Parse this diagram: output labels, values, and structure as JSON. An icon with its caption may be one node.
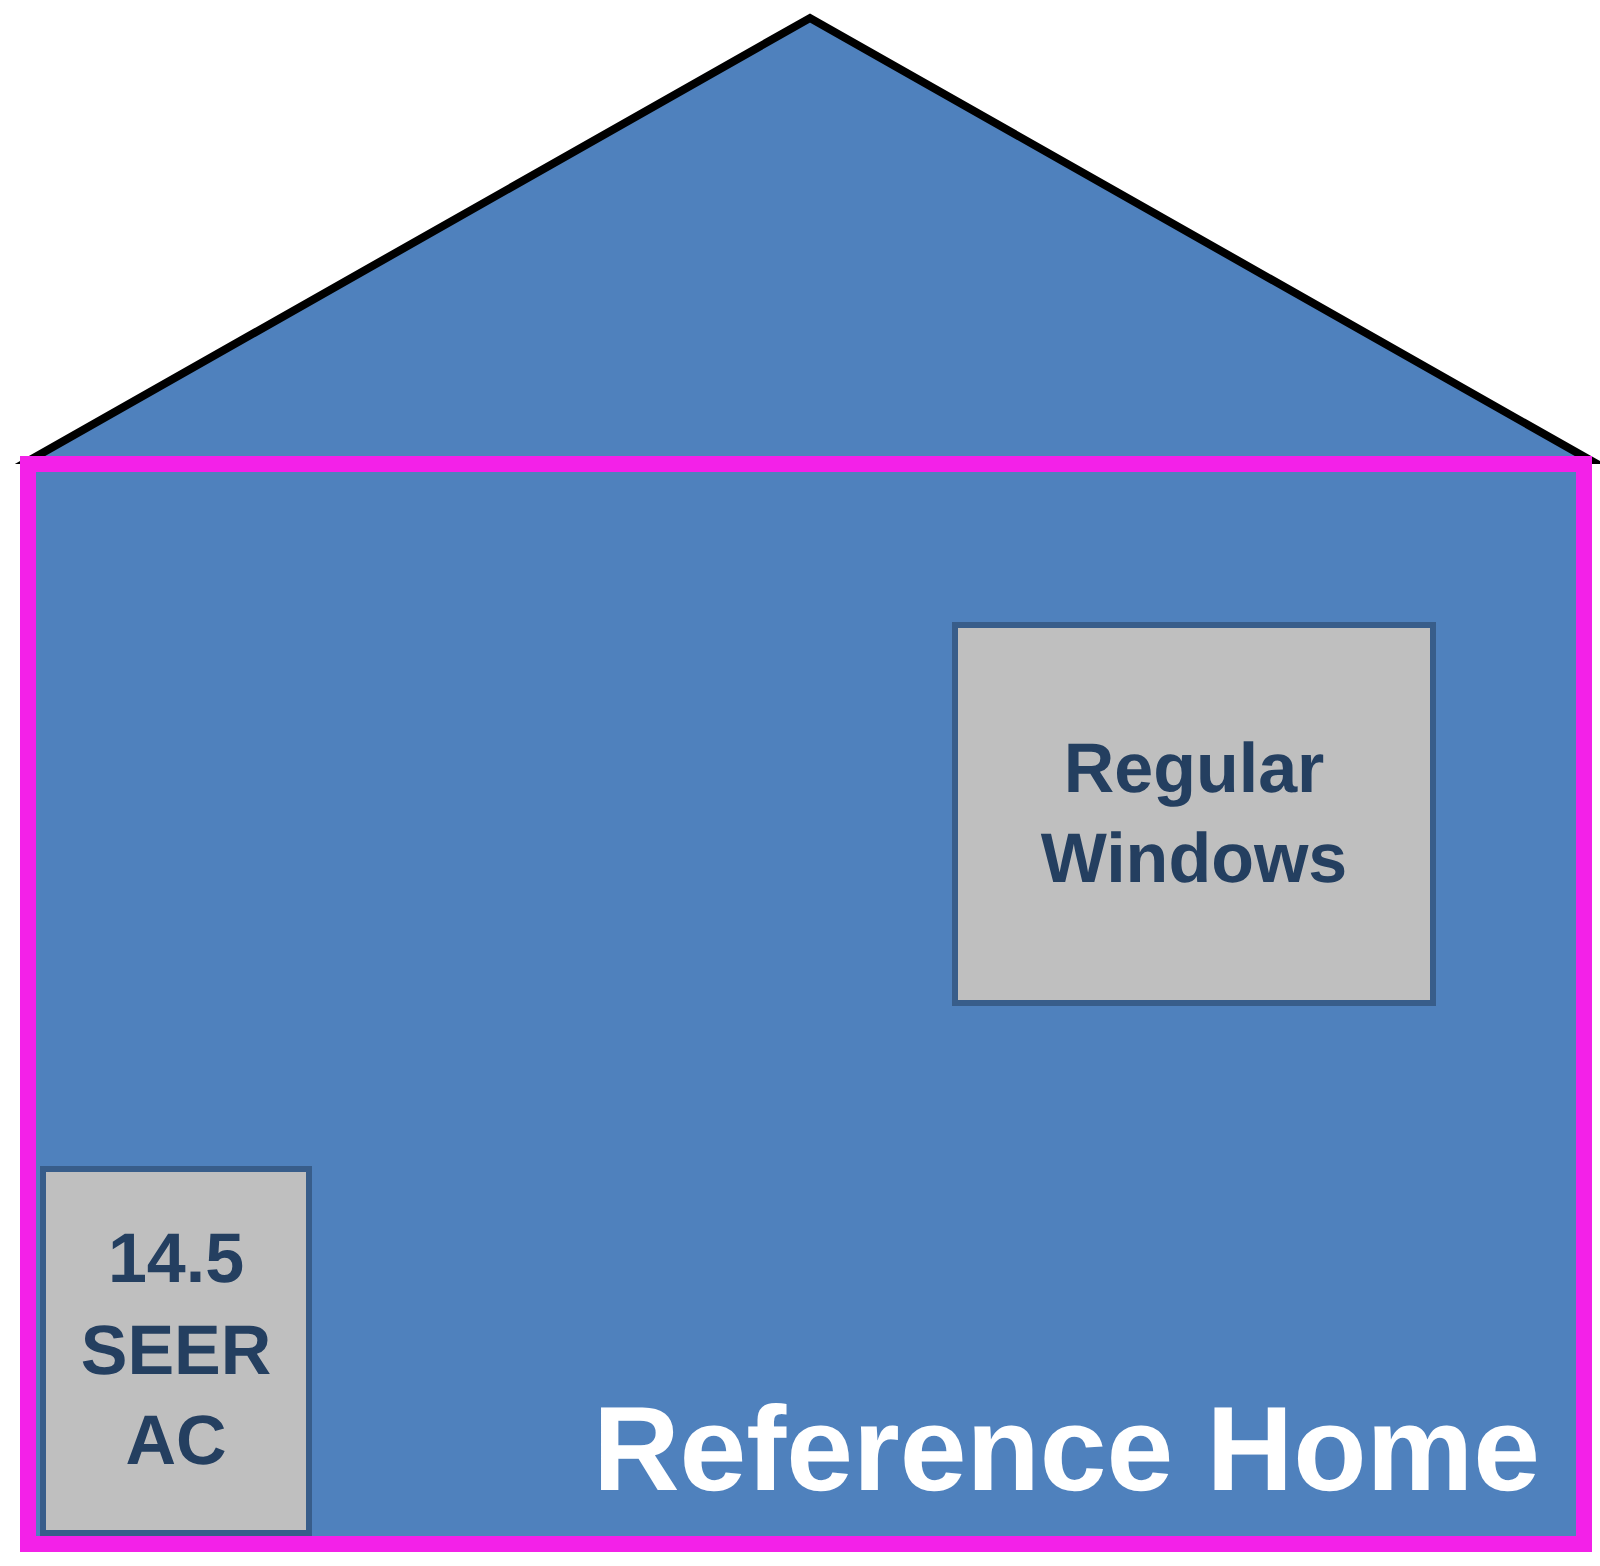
{
  "diagram": {
    "nodes": [
      {
        "text": [
          "Reference Home"
        ]
      },
      {
        "text": [
          "Regular Windows"
        ],
        "in": 0
      },
      {
        "text": [
          "14.5 SEER AC"
        ],
        "in": 0
      }
    ]
  }
}
